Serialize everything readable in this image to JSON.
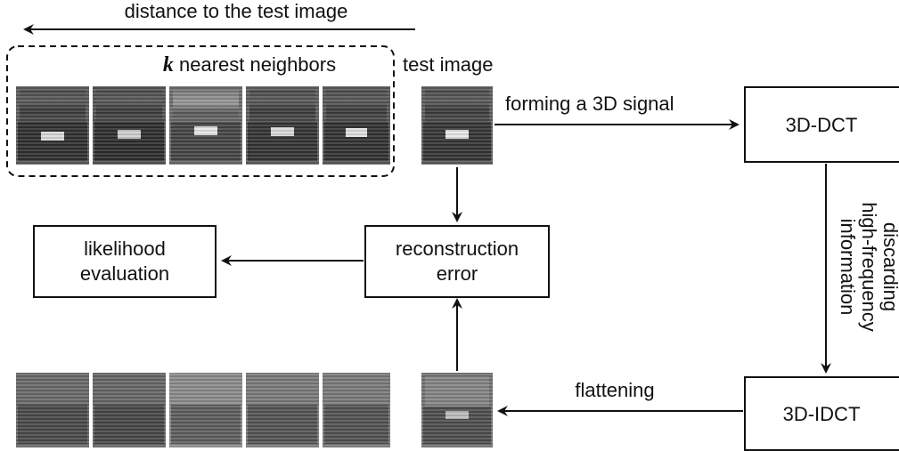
{
  "top_label": "distance to the test image",
  "neighbors": {
    "k_symbol": "k",
    "label": " nearest neighbors"
  },
  "test_image_label": "test image",
  "edges": {
    "forming": "forming a 3D signal",
    "discarding": [
      "discarding",
      "high-frequency",
      "information"
    ],
    "flattening": "flattening"
  },
  "boxes": {
    "dct": "3D-DCT",
    "idct": "3D-IDCT",
    "reconstruction": [
      "reconstruction",
      "error"
    ],
    "likelihood": [
      "likelihood",
      "evaluation"
    ]
  },
  "colors": {
    "line": "#111111",
    "image_dark": "#2d2d2d",
    "image_mid": "#6a6a6a",
    "image_light": "#c8c8c8"
  }
}
